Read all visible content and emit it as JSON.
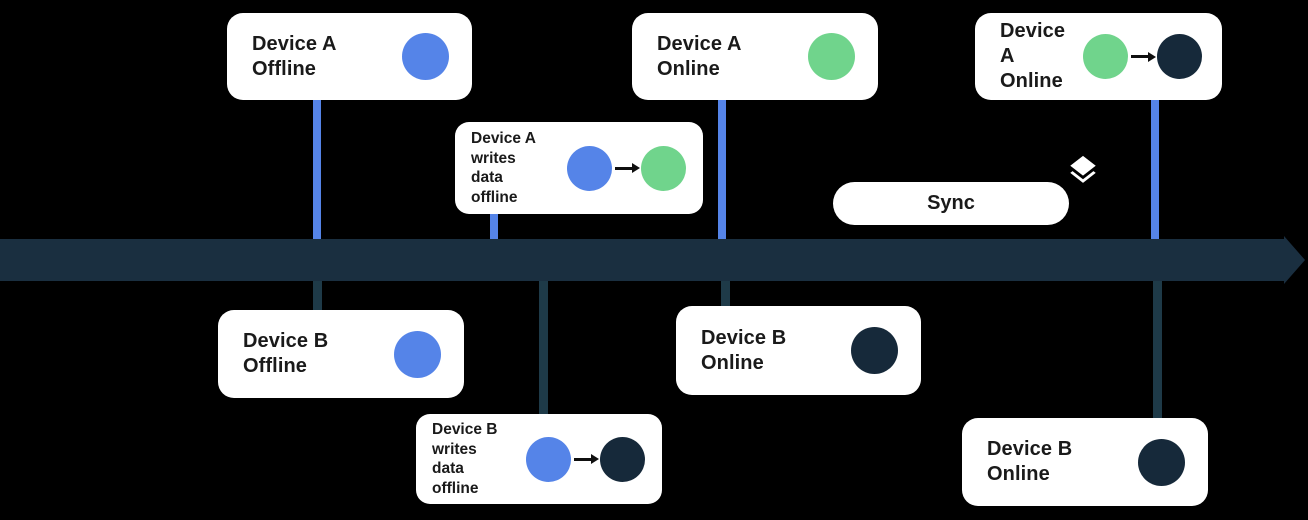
{
  "title": "Device sync timeline diagram",
  "colors": {
    "background": "#000000",
    "card": "#ffffff",
    "text": "#1a1a1a",
    "blue": "#5584E8",
    "green": "#70D48C",
    "navy": "#16293A",
    "timeline": "#1A2F40",
    "connector": "#1E3A48",
    "icon": "#ffffff"
  },
  "cards": [
    {
      "lines": [
        "Device A",
        "Offline"
      ],
      "circles": [
        "blue"
      ]
    },
    {
      "lines": [
        "Device A",
        "writes",
        "data",
        "offline"
      ],
      "circles": [
        "blue",
        "green"
      ]
    },
    {
      "lines": [
        "Device A",
        "Online"
      ],
      "circles": [
        "green"
      ]
    },
    {
      "lines": [
        "Device A",
        "Online"
      ],
      "circles": [
        "green",
        "navy"
      ]
    },
    {
      "lines": [
        "Device B",
        "Offline"
      ],
      "circles": [
        "blue"
      ]
    },
    {
      "lines": [
        "Device B",
        "writes",
        "data",
        "offline"
      ],
      "circles": [
        "blue",
        "navy"
      ]
    },
    {
      "lines": [
        "Device B",
        "Online"
      ],
      "circles": [
        "navy"
      ]
    },
    {
      "lines": [
        "Device B",
        "Online"
      ],
      "circles": [
        "navy"
      ]
    }
  ],
  "sync": {
    "label": "Sync"
  }
}
